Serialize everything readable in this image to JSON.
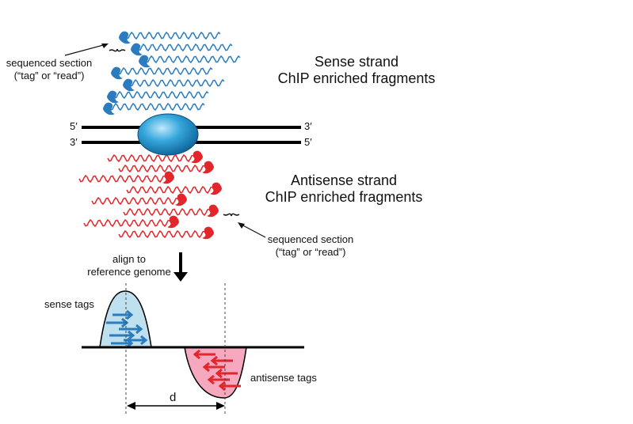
{
  "sense_title": [
    "Sense strand",
    "ChIP enriched fragments"
  ],
  "antisense_title": [
    "Antisense strand",
    "ChIP enriched fragments"
  ],
  "sequenced_section_label": [
    "sequenced section",
    "(“tag” or  “read”)"
  ],
  "dna_ends": {
    "top_left": "5′",
    "top_right": "3′",
    "bottom_left": "3′",
    "bottom_right": "5′"
  },
  "align_label": [
    "align to",
    "reference genome"
  ],
  "sense_tags_label": "sense tags",
  "antisense_tags_label": "antisense tags",
  "distance_label": "d",
  "colors": {
    "sense": "#2a7bbf",
    "antisense": "#e3262b",
    "sense_fill": "#bfe0ee",
    "antisense_fill": "#f6a8bf",
    "protein": "#2f9fd6"
  }
}
